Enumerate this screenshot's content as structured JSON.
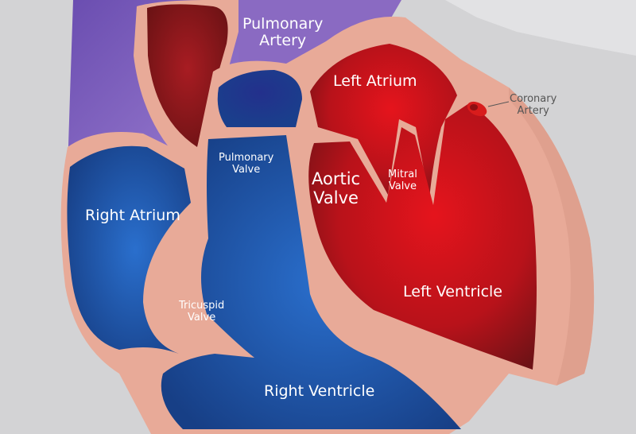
{
  "diagram": {
    "labels": {
      "pulmonary_artery": [
        "Pulmonary",
        "Artery"
      ],
      "left_atrium": "Left Atrium",
      "coronary_artery": [
        "Coronary",
        "Artery"
      ],
      "pulmonary_valve": [
        "Pulmonary",
        "Valve"
      ],
      "aortic_valve": [
        "Aortic",
        "Valve"
      ],
      "mitral_valve": [
        "Mitral",
        "Valve"
      ],
      "right_atrium": "Right Atrium",
      "tricuspid_valve": [
        "Tricuspid",
        "Valve"
      ],
      "left_ventricle": "Left Ventricle",
      "right_ventricle": "Right Ventricle"
    },
    "colors": {
      "background": "#d3d3d5",
      "tissue": "#e8aa98",
      "deoxygenated_blood": "#1f56a8",
      "oxygenated_blood": "#c8121a",
      "pulmonary_artery": "#8a6ac2",
      "coronary_artery": "#d81c1c"
    }
  }
}
